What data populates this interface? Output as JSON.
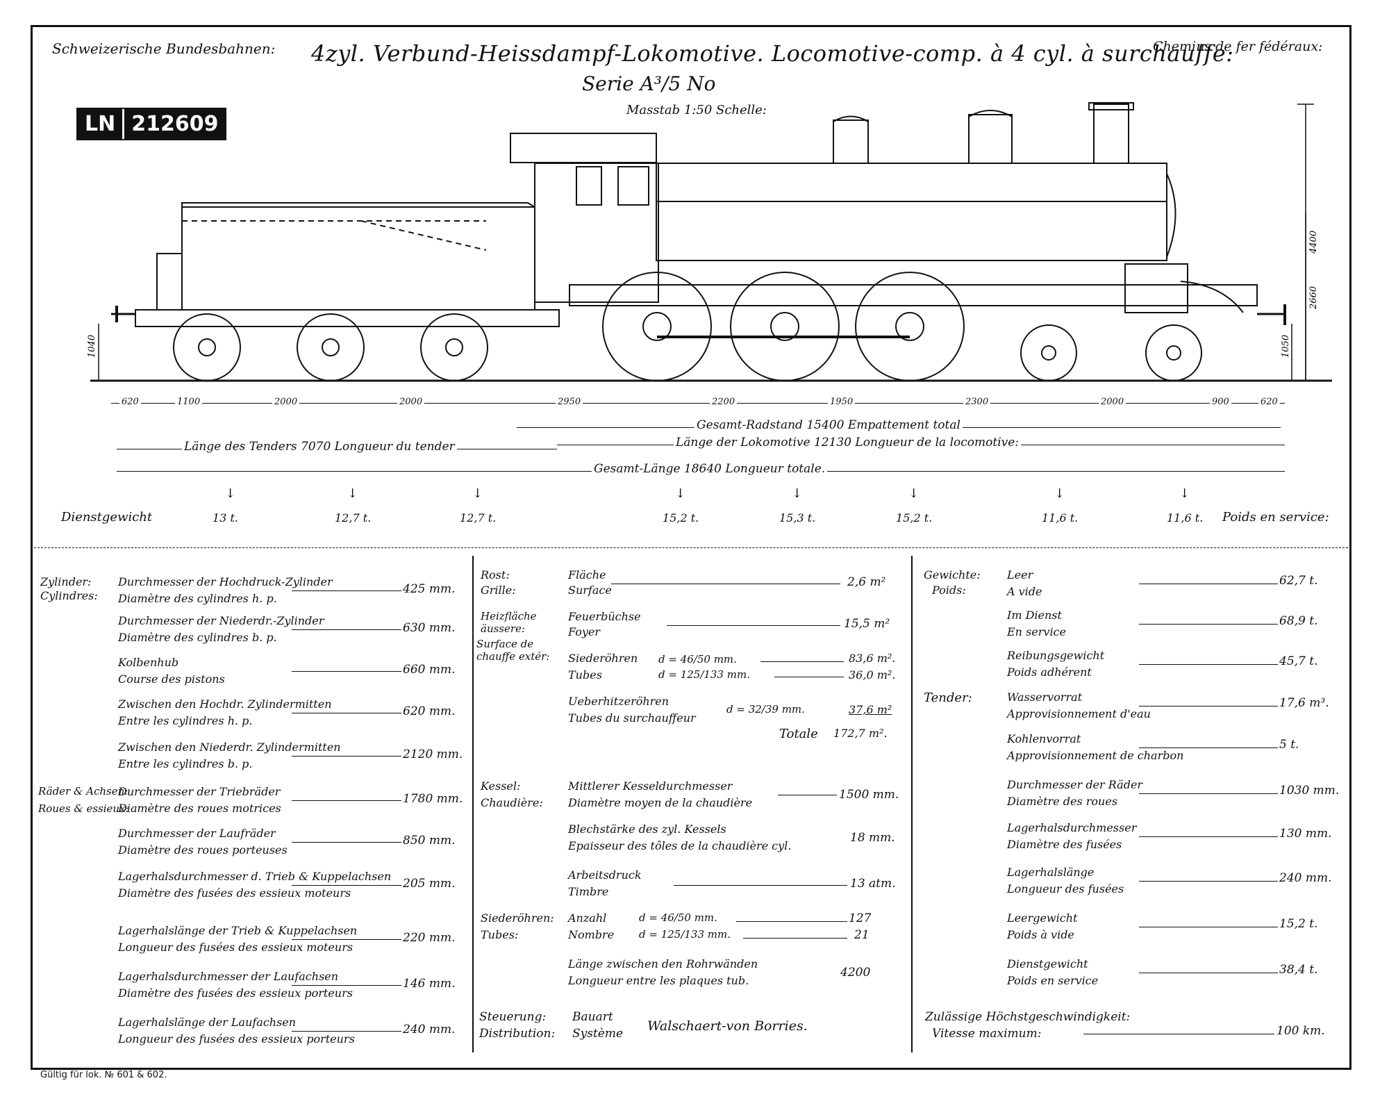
{
  "header": {
    "left": "Schweizerische Bundesbahnen:",
    "title": "4zyl. Verbund-Heissdampf-Lokomotive. Locomotive-comp. à 4 cyl. à surchauffe:",
    "series": "Serie A³/5 No",
    "scale": "Masstab 1:50 Schelle:",
    "right": "Chemins de fer fédéraux:",
    "ln_prefix": "LN",
    "ln_number": "212609"
  },
  "heights": {
    "h4400": "4400",
    "h2660": "2660",
    "h1040": "1040",
    "h1050": "1050"
  },
  "dimensions": {
    "segments": [
      "620",
      "1100",
      "2000",
      "2000",
      "2950",
      "2200",
      "1950",
      "2300",
      "2000",
      "900",
      "620"
    ],
    "wheelbase": "Gesamt-Radstand 15400 Empattement total",
    "tender_length": "Länge des Tenders 7070 Longueur du tender",
    "loco_length": "Länge der Lokomotive 12130 Longueur de la locomotive:",
    "total_length": "Gesamt-Länge 18640 Longueur totale."
  },
  "weights": {
    "label_left": "Dienstgewicht",
    "label_right": "Poids en service:",
    "values": [
      "13 t.",
      "12,7 t.",
      "12,7 t.",
      "15,2 t.",
      "15,3 t.",
      "15,2 t.",
      "11,6 t.",
      "11,6 t."
    ]
  },
  "col1": {
    "group1_de": "Zylinder:",
    "group1_fr": "Cylindres:",
    "group2_de": "Räder & Achsen:",
    "group2_fr": "Roues & essieux:",
    "rows": [
      {
        "de": "Durchmesser der Hochdruck-Zylinder",
        "fr": "Diamètre des cylindres h. p.",
        "value": "425 mm."
      },
      {
        "de": "Durchmesser der Niederdr.-Zylinder",
        "fr": "Diamètre des cylindres b. p.",
        "value": "630 mm."
      },
      {
        "de": "Kolbenhub",
        "fr": "Course des pistons",
        "value": "660 mm."
      },
      {
        "de": "Zwischen den Hochdr. Zylindermitten",
        "fr": "Entre les cylindres h. p.",
        "value": "620 mm."
      },
      {
        "de": "Zwischen den Niederdr. Zylindermitten",
        "fr": "Entre les cylindres b. p.",
        "value": "2120 mm."
      },
      {
        "de": "Durchmesser der Triebräder",
        "fr": "Diamètre des roues motrices",
        "value": "1780 mm."
      },
      {
        "de": "Durchmesser der Laufräder",
        "fr": "Diamètre des roues porteuses",
        "value": "850 mm."
      },
      {
        "de": "Lagerhalsdurchmesser d. Trieb & Kuppelachsen",
        "fr": "Diamètre des fusées des essieux moteurs",
        "value": "205 mm."
      },
      {
        "de": "Lagerhalslänge der Trieb & Kuppelachsen",
        "fr": "Longueur des fusées des essieux moteurs",
        "value": "220 mm."
      },
      {
        "de": "Lagerhalsdurchmesser der Laufachsen",
        "fr": "Diamètre des fusées des essieux porteurs",
        "value": "146 mm."
      },
      {
        "de": "Lagerhalslänge der Laufachsen",
        "fr": "Longueur des fusées des essieux porteurs",
        "value": "240 mm."
      }
    ]
  },
  "col2": {
    "rost_de": "Rost:",
    "rost_fr": "Grille:",
    "rost_item_de": "Fläche",
    "rost_item_fr": "Surface",
    "rost_value": "2,6 m²",
    "heiz_de": "Heizfläche äussere:",
    "heiz_fr": "Surface de chauffe extér:",
    "feuer_de": "Feuerbüchse",
    "feuer_fr": "Foyer",
    "feuer_value": "15,5 m²",
    "sieder_de": "Siederöhren",
    "sieder_fr": "Tubes",
    "sieder_d1": "d = 46/50 mm.",
    "sieder_v1": "83,6 m².",
    "sieder_d2": "d = 125/133 mm.",
    "sieder_v2": "36,0 m².",
    "ueber_de": "Ueberhitzeröhren",
    "ueber_fr": "Tubes du surchauffeur",
    "ueber_d": "d = 32/39 mm.",
    "ueber_value": "37,6 m²",
    "total_label": "Totale",
    "total_value": "172,7 m².",
    "kessel_de": "Kessel:",
    "kessel_fr": "Chaudière:",
    "kd_de": "Mittlerer Kesseldurchmesser",
    "kd_fr": "Diamètre moyen de la chaudière",
    "kd_value": "1500 mm.",
    "bs_de": "Blechstärke des zyl. Kessels",
    "bs_fr": "Epaisseur des tôles de la chaudière cyl.",
    "bs_value": "18 mm.",
    "ad_de": "Arbeitsdruck",
    "ad_fr": "Timbre",
    "ad_value": "13 atm.",
    "sr_de": "Siederöhren:",
    "sr_fr": "Tubes:",
    "anz_de": "Anzahl",
    "anz_fr": "Nombre",
    "anz_d1": "d = 46/50 mm.",
    "anz_v1": "127",
    "anz_d2": "d = 125/133 mm.",
    "anz_v2": "21",
    "rl_de": "Länge zwischen den Rohrwänden",
    "rl_fr": "Longueur entre les plaques tub.",
    "rl_value": "4200",
    "st_de": "Steuerung:",
    "st_fr": "Distribution:",
    "bau_de": "Bauart",
    "bau_fr": "Système",
    "st_value": "Walschaert-von Borries."
  },
  "col3": {
    "gew_de": "Gewichte:",
    "gew_fr": "Poids:",
    "tender_de": "Tender:",
    "rows": [
      {
        "de": "Leer",
        "fr": "A vide",
        "value": "62,7 t."
      },
      {
        "de": "Im Dienst",
        "fr": "En service",
        "value": "68,9 t."
      },
      {
        "de": "Reibungsgewicht",
        "fr": "Poids adhérent",
        "value": "45,7 t."
      },
      {
        "de": "Wasservorrat",
        "fr": "Approvisionnement d'eau",
        "value": "17,6 m³."
      },
      {
        "de": "Kohlenvorrat",
        "fr": "Approvisionnement de charbon",
        "value": "5 t."
      },
      {
        "de": "Durchmesser der Räder",
        "fr": "Diamètre des roues",
        "value": "1030 mm."
      },
      {
        "de": "Lagerhalsdurchmesser",
        "fr": "Diamètre des fusées",
        "value": "130 mm."
      },
      {
        "de": "Lagerhalslänge",
        "fr": "Longueur des fusées",
        "value": "240 mm."
      },
      {
        "de": "Leergewicht",
        "fr": "Poids à vide",
        "value": "15,2 t."
      },
      {
        "de": "Dienstgewicht",
        "fr": "Poids en service",
        "value": "38,4 t."
      }
    ],
    "vmax_de": "Zulässige Höchstgeschwindigkeit:",
    "vmax_fr": "Vitesse maximum:",
    "vmax_value": "100 km."
  },
  "footer": "Gültig für lok. № 601 & 602."
}
